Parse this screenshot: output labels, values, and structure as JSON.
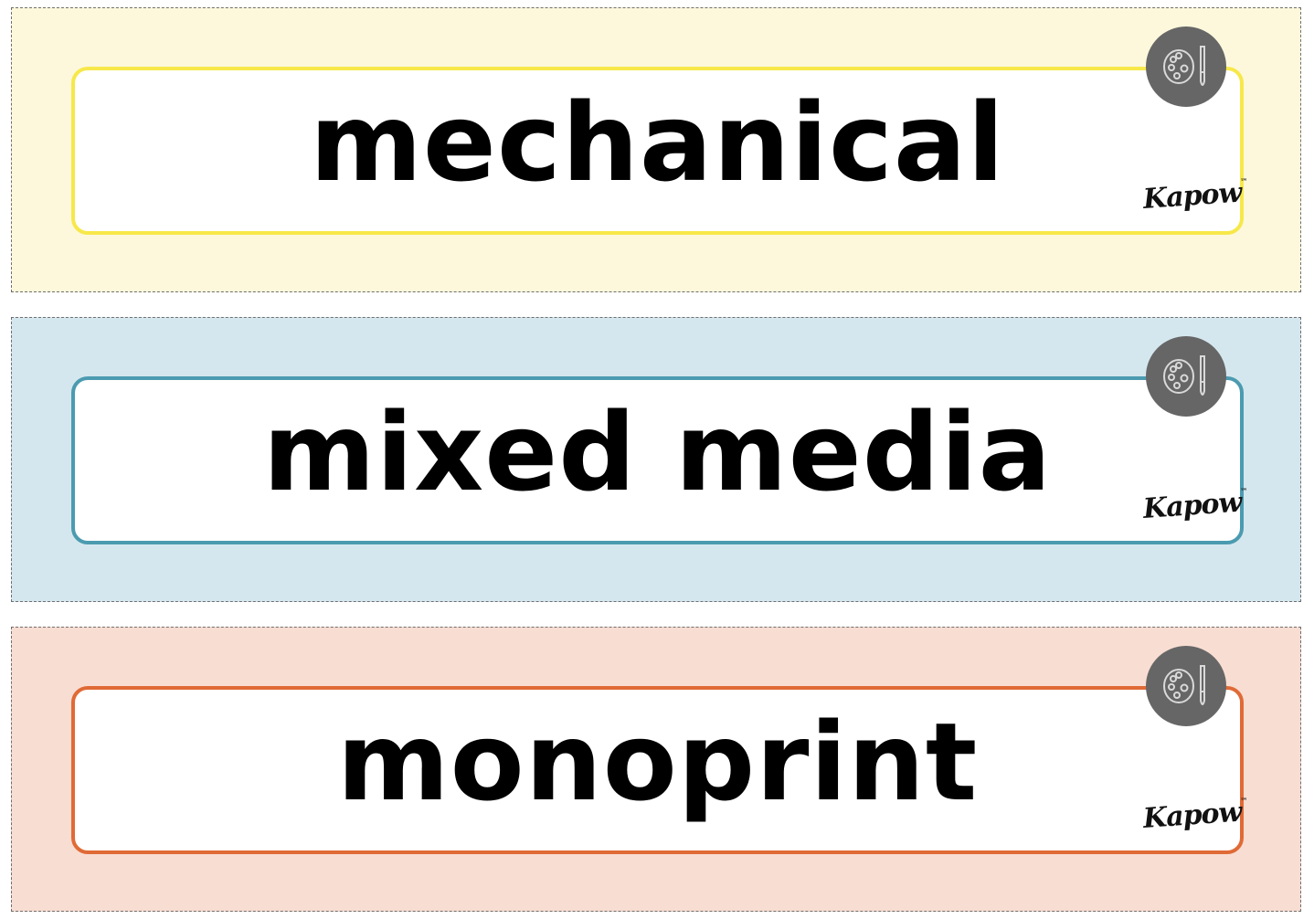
{
  "cards": [
    {
      "word": "mechanical",
      "background_color": "#fdf8dc",
      "border_color": "#f7e84a",
      "brand": "Kapow",
      "badge_icon": "palette-and-brush-icon"
    },
    {
      "word": "mixed media",
      "background_color": "#d5e7ee",
      "border_color": "#4b9bb0",
      "brand": "Kapow",
      "badge_icon": "palette-and-brush-icon"
    },
    {
      "word": "monoprint",
      "background_color": "#f8ddd2",
      "border_color": "#e06a36",
      "brand": "Kapow",
      "badge_icon": "palette-and-brush-icon"
    }
  ]
}
